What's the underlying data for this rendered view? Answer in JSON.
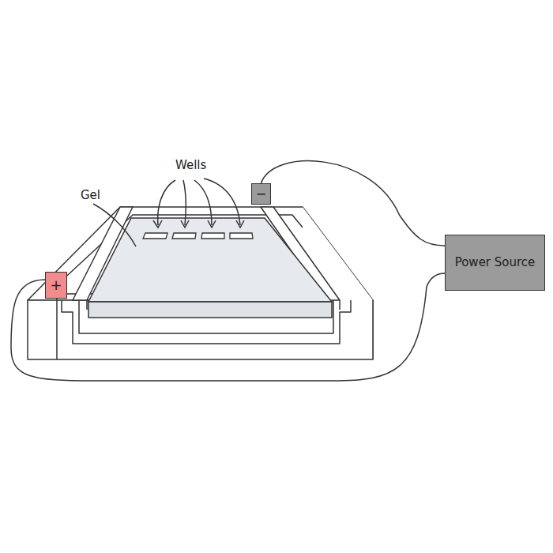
{
  "diagram": {
    "nodes": [
      {
        "text": [
          "−"
        ]
      },
      {
        "text": [
          "+"
        ]
      },
      {
        "text": [
          "Power Source"
        ]
      }
    ],
    "edges": [
      {
        "from": 0,
        "to": 2,
        "arrow": "none"
      },
      {
        "from": 1,
        "to": 2,
        "arrow": "none"
      }
    ],
    "labels": [
      "Wells",
      "Gel"
    ]
  }
}
